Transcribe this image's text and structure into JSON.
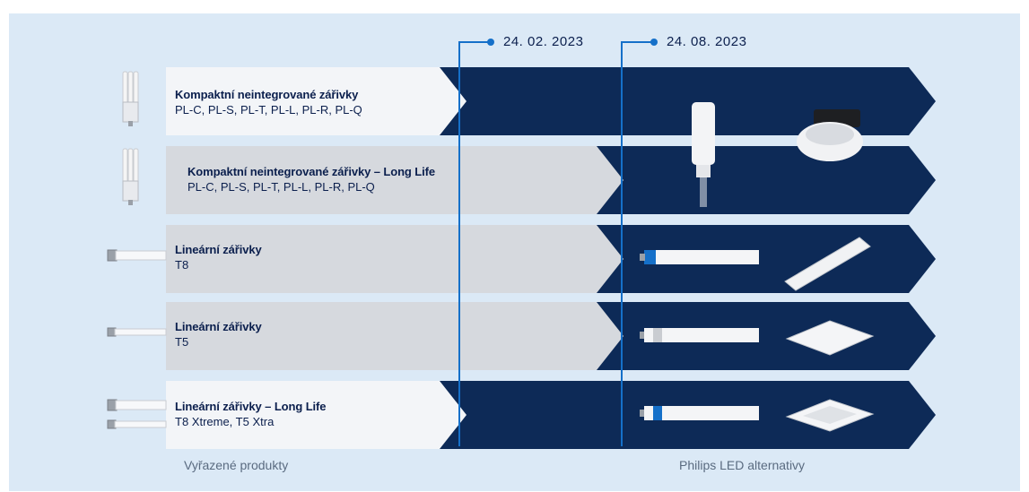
{
  "timeline": {
    "date1": "24. 02. 2023",
    "date2": "24. 08. 2023"
  },
  "rows": [
    {
      "title": "Kompaktní neintegrované zářivky",
      "subtitle": "PL-C, PL-S, PL-T, PL-L, PL-R, PL-Q"
    },
    {
      "title": "Kompaktní neintegrované zářivky – Long Life",
      "subtitle": "PL-C, PL-S, PL-T, PL-L, PL-R, PL-Q"
    },
    {
      "title": "Lineární zářivky",
      "subtitle": "T8"
    },
    {
      "title": "Lineární zářivky",
      "subtitle": "T5"
    },
    {
      "title": "Lineární zářivky – Long Life",
      "subtitle": "T8 Xtreme, T5 Xtra"
    }
  ],
  "footer": {
    "left": "Vyřazené produkty",
    "right": "Philips LED alternativy"
  },
  "colors": {
    "navy": "#0d2a57",
    "light_arrow": "#f3f5f8",
    "gray_arrow": "#d6d9de",
    "timeline": "#1570c9",
    "background": "#dbe9f6"
  },
  "icons": [
    "compact-fluorescent-lamp-icon",
    "linear-fluorescent-tube-icon",
    "led-pl-lamp-icon",
    "downlight-icon",
    "led-tube-icon",
    "batten-luminaire-icon",
    "led-panel-icon",
    "recessed-troffer-icon"
  ]
}
